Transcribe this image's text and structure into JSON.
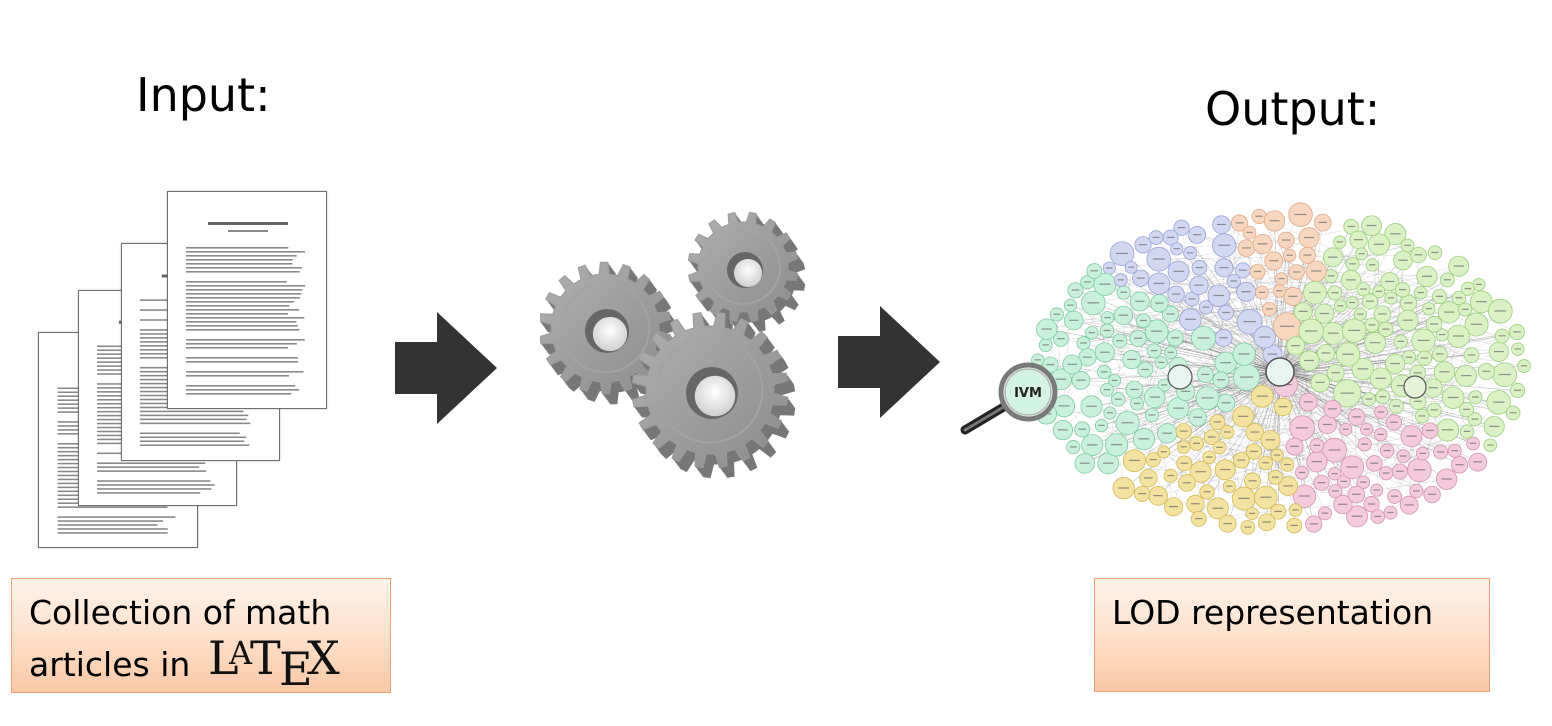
{
  "input_title": "Input:",
  "output_title": "Output:",
  "input_label": {
    "line1": "Collection of math",
    "line2": "articles in",
    "latex_logo": [
      "L",
      "A",
      "T",
      "E",
      "X"
    ]
  },
  "output_label": "LOD representation",
  "magnifier_text": "IVM",
  "icons": {
    "documents": "stacked-paper-documents-icon",
    "arrow": "right-arrow-icon",
    "gears": "gears-icon",
    "graph": "linked-data-cloud-graph",
    "magnifier": "magnifying-glass-icon"
  },
  "colors": {
    "label_border": "#f0a070",
    "label_fill_top": "#fff3ea",
    "label_fill_bottom": "#f9c8a6",
    "arrow": "#333333",
    "gear": "#9a9a9a",
    "node_green": "#c9f0dc",
    "node_lightgreen": "#d9f1c4",
    "node_blue": "#d2d8f2",
    "node_peach": "#f7d7c0",
    "node_yellow": "#f3e2a0",
    "node_pink": "#f3cbdc"
  }
}
